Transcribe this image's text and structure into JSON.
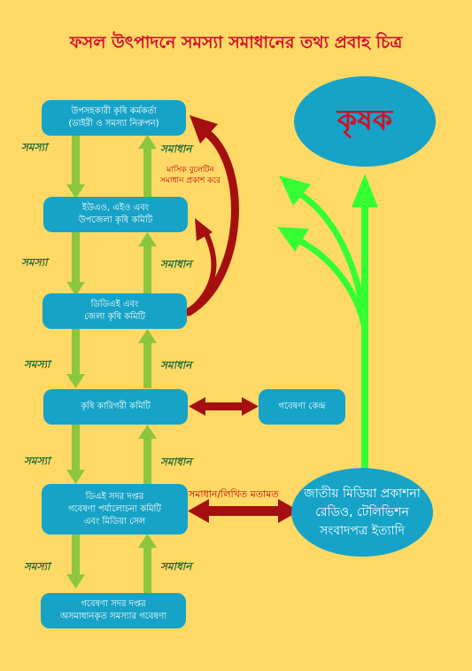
{
  "title": "ফসল উৎপাদনে সমস্যা সমাধানের তথ্য প্রবাহ চিত্র",
  "boxes": {
    "b1": [
      "উপসহকারী কৃষি কর্মকর্তা",
      "(ডাইরী ও সমস্যা নিরুপন)"
    ],
    "b2": [
      "ইউএও, এইও এবং",
      "উপজেলা কৃষি কমিটি"
    ],
    "b3": [
      "ডিডিএই এবং",
      "জেলা কৃষি কমিটি"
    ],
    "b4": [
      "কৃষি কারিগরী কমিটি"
    ],
    "b5": [
      "ডিএই সদর দপ্তর",
      "গবেষণা পর্যালোচনা কমিটি",
      "এবং মিডিয়া সেল"
    ],
    "b6": [
      "গবেষণা সদর দপ্তর",
      "অসমাধানকৃত সমস্যার গবেষণা"
    ]
  },
  "research_center": "গবেষণা কেন্দ্র",
  "farmer": "কৃষক",
  "media": [
    "জাতীয় মিডিয়া প্রকাশনা",
    "রেডিও, টেলিভিশন",
    "সংবাদপত্র ইত্যাদি"
  ],
  "problem_label": "সমস্যা",
  "solution_label": "সমাধান",
  "bulletin_note": [
    "মাসিক বুলেটিন",
    "সমাধান প্রকাশ করে"
  ],
  "media_link_label": "সমাধান/লিখিত মতামত",
  "colors": {
    "background": "#FFD966",
    "box": "#16A3C7",
    "green_arrow": "#8CC63F",
    "bright_green": "#33FF33",
    "dark_red": "#A50F0F",
    "title_red": "#D1102A",
    "label_green": "#1E6B34"
  }
}
